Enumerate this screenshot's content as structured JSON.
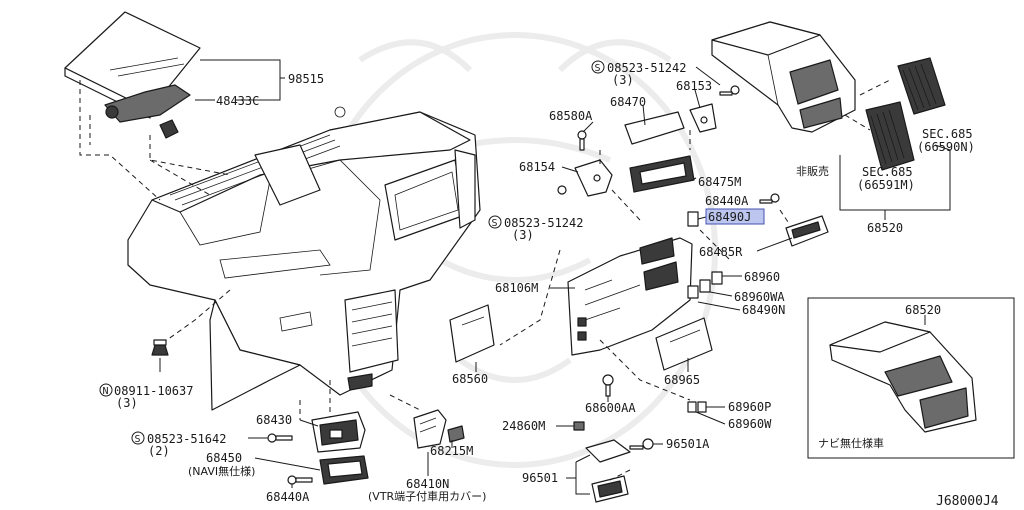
{
  "diagram": {
    "code": "J68000J4",
    "inset_title": "68520",
    "labels": {
      "p98515": "98515",
      "p48433c": "48433C",
      "s51242_top": "08523-51242",
      "s51242_top_qty": "(3)",
      "p68470": "68470",
      "p68153": "68153",
      "p68580a": "68580A",
      "p68154": "68154",
      "p68475m": "68475M",
      "p68440a_top": "68440A",
      "s51242_mid": "08523-51242",
      "s51242_mid_qty": "(3)",
      "p68490j": "68490J",
      "p68485r": "68485R",
      "sec685_a": "SEC.685",
      "sec685_a_sub": "(66590N)",
      "sec685_b": "SEC.685",
      "sec685_b_sub": "(66591M)",
      "hihanbai": "非販売",
      "p68520": "68520",
      "p68106m": "68106M",
      "p68960": "68960",
      "p68960wa": "68960WA",
      "p68490n": "68490N",
      "p68560": "68560",
      "p68965": "68965",
      "n10637": "08911-10637",
      "n10637_qty": "(3)",
      "p68600aa": "68600AA",
      "p68960p": "68960P",
      "p68960w": "68960W",
      "p68430": "68430",
      "p24860m": "24860M",
      "p96501a": "96501A",
      "s51642": "08523-51642",
      "s51642_qty": "(2)",
      "p68215m": "68215M",
      "p68450": "68450",
      "navi_note": "(NAVI無仕様)",
      "p96501": "96501",
      "p68410n": "68410N",
      "vtr_note": "(VTR端子付車用カバー)",
      "p68440a_bot": "68440A",
      "navi_car": "ナビ無仕様車",
      "bolt_s": "S",
      "nut_n": "N"
    },
    "highlight": {
      "part": "68490J",
      "color": "#bcc6ee"
    }
  }
}
